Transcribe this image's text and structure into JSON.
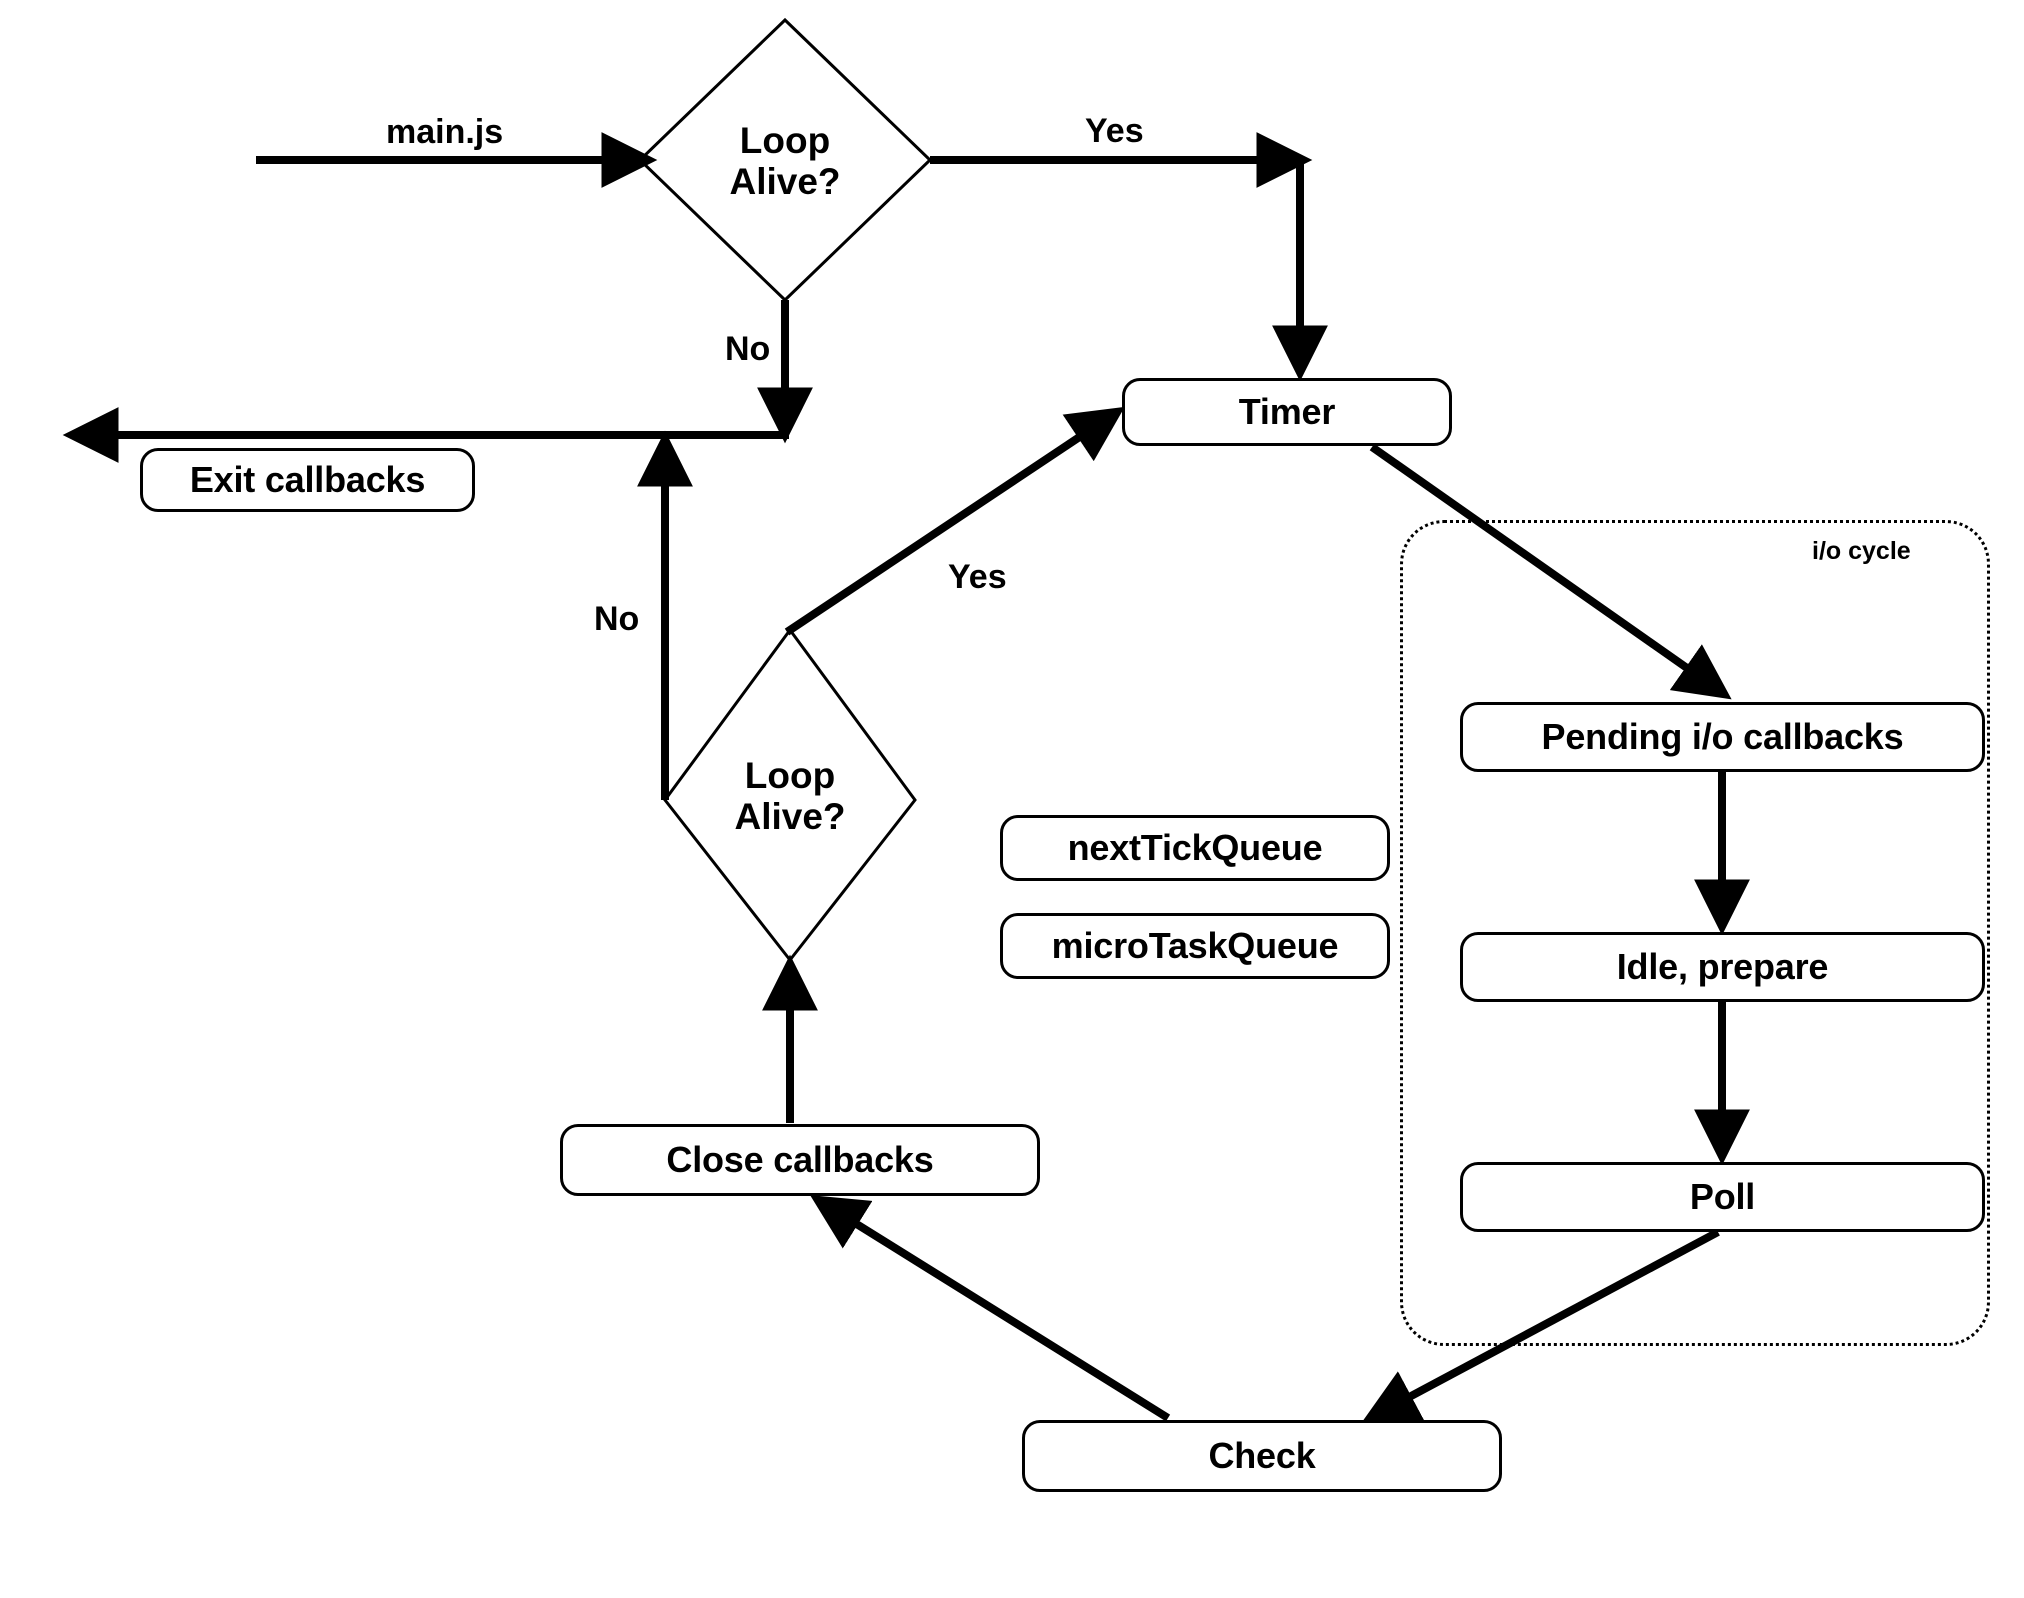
{
  "diagram": {
    "title": "Node.js event loop flowchart",
    "stroke_color": "#000000",
    "background_color": "#ffffff"
  },
  "decisions": [
    {
      "id": "loop-alive-1",
      "line1": "Loop",
      "line2": "Alive?"
    },
    {
      "id": "loop-alive-2",
      "line1": "Loop",
      "line2": "Alive?"
    }
  ],
  "nodes": [
    {
      "id": "exit-callbacks",
      "label": "Exit callbacks"
    },
    {
      "id": "timer",
      "label": "Timer"
    },
    {
      "id": "next-tick-queue",
      "label": "nextTickQueue"
    },
    {
      "id": "micro-task-queue",
      "label": "microTaskQueue"
    },
    {
      "id": "pending-io-callbacks",
      "label": "Pending i/o callbacks"
    },
    {
      "id": "idle-prepare",
      "label": "Idle, prepare"
    },
    {
      "id": "poll",
      "label": "Poll"
    },
    {
      "id": "close-callbacks",
      "label": "Close callbacks"
    },
    {
      "id": "check",
      "label": "Check"
    }
  ],
  "groups": [
    {
      "id": "io-cycle",
      "label": "i/o cycle"
    }
  ],
  "edge_labels": {
    "entry": "main.js",
    "yes_top": "Yes",
    "no_top": "No",
    "yes_bottom": "Yes",
    "no_bottom": "No"
  }
}
